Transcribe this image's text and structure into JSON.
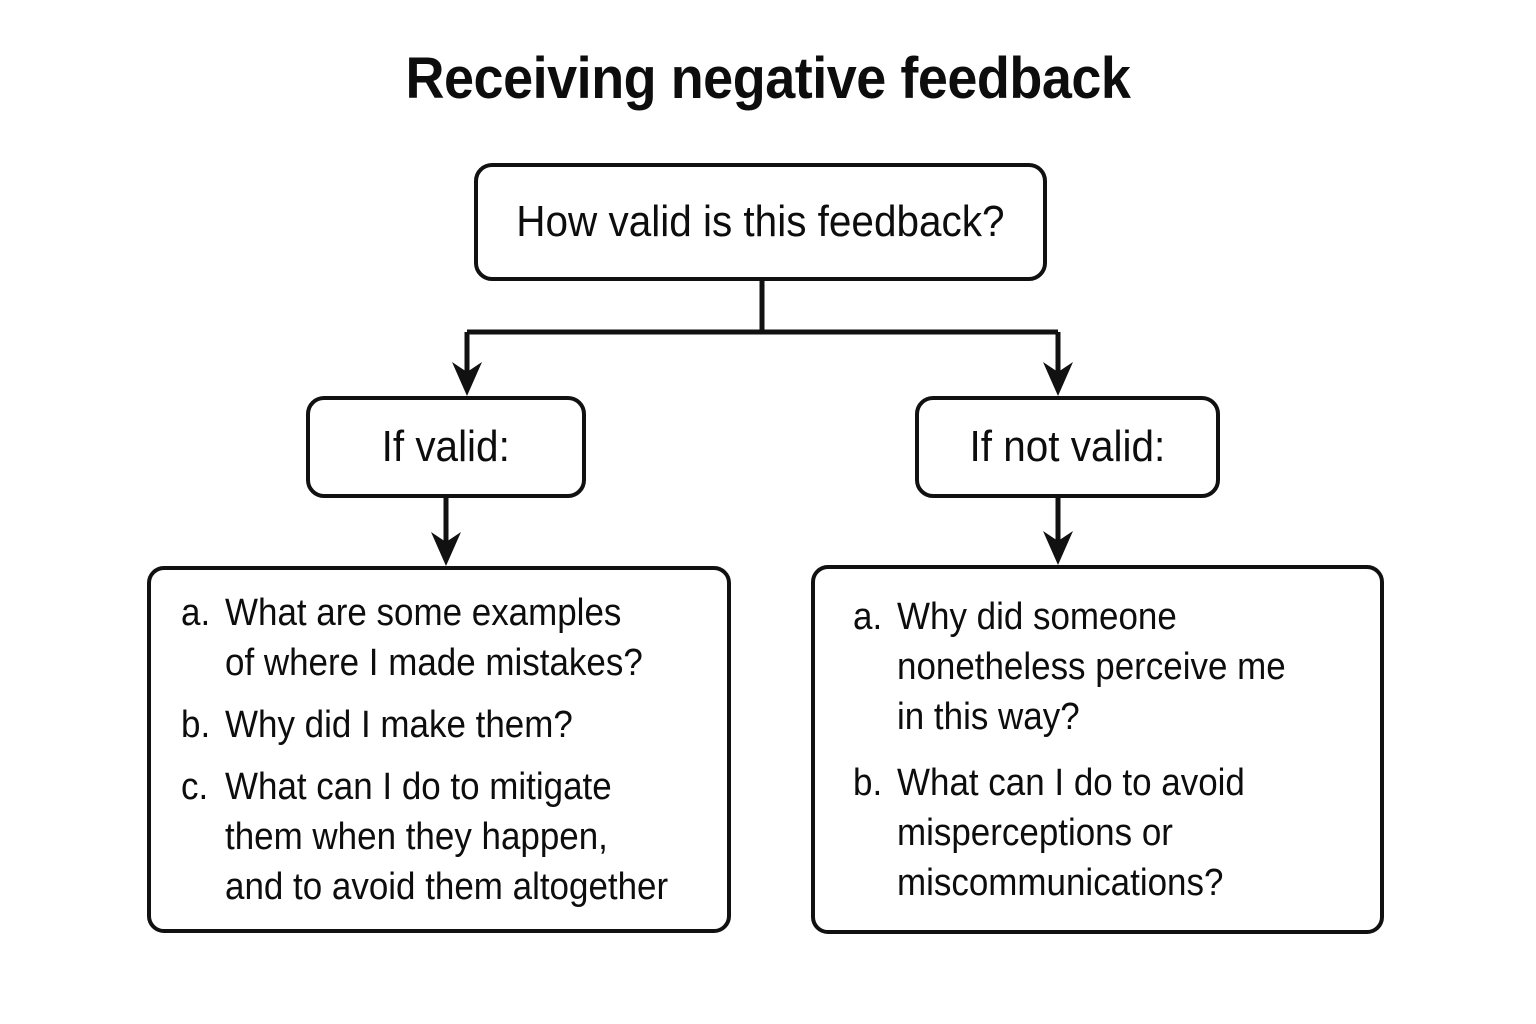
{
  "meta": {
    "background_color": "#ffffff",
    "ink_color": "#111111"
  },
  "title": "Receiving negative feedback",
  "nodes": {
    "root": {
      "label": "How valid is this feedback?"
    },
    "branch_valid": {
      "label": "If valid:"
    },
    "branch_not_valid": {
      "label": "If not valid:"
    },
    "valid_actions": {
      "items": [
        {
          "marker": "a.",
          "text": "What are some examples\nof where I made mistakes?"
        },
        {
          "marker": "b.",
          "text": "Why did I make them?"
        },
        {
          "marker": "c.",
          "text": "What can I do to mitigate\nthem when they happen,\nand to avoid them altogether"
        }
      ]
    },
    "not_valid_actions": {
      "items": [
        {
          "marker": "a.",
          "text": "Why did someone\nnonetheless perceive me\nin this way?"
        },
        {
          "marker": "b.",
          "text": "What can I do to avoid\nmisperceptions or\nmiscommunications?"
        }
      ]
    }
  },
  "connectors": [
    {
      "name": "root-to-split",
      "from": "root",
      "to": "split-bar",
      "style": "line"
    },
    {
      "name": "split-to-valid",
      "from": "split-bar",
      "to": "branch_valid",
      "style": "arrow"
    },
    {
      "name": "split-to-not-valid",
      "from": "split-bar",
      "to": "branch_not_valid",
      "style": "arrow"
    },
    {
      "name": "valid-to-actions",
      "from": "branch_valid",
      "to": "valid_actions",
      "style": "arrow"
    },
    {
      "name": "not-valid-to-actions",
      "from": "branch_not_valid",
      "to": "not_valid_actions",
      "style": "arrow"
    }
  ]
}
